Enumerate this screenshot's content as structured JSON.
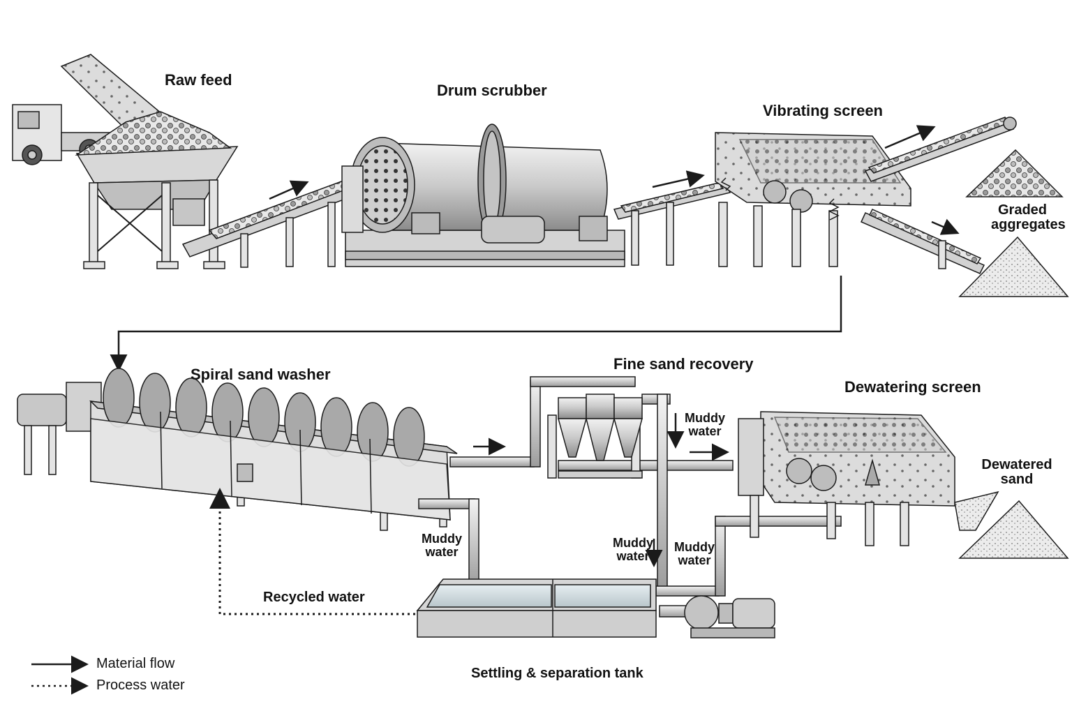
{
  "labels": {
    "raw_feed": "Raw feed",
    "drum_scrubber": "Drum scrubber",
    "vibrating_screen": "Vibrating screen",
    "graded_aggregates_1": "Graded",
    "graded_aggregates_2": "aggregates",
    "spiral_sand_washer": "Spiral sand washer",
    "fine_sand_recovery": "Fine sand recovery",
    "dewatering_screen": "Dewatering screen",
    "dewatered_sand_1": "Dewatered",
    "dewatered_sand_2": "sand",
    "muddy_water_top_1": "Muddy",
    "muddy_water_top_2": "water",
    "muddy_water_left_1": "Muddy",
    "muddy_water_left_2": "water",
    "muddy_water_mid_1": "Muddy",
    "muddy_water_mid_2": "water",
    "muddy_water_right_1": "Muddy",
    "muddy_water_right_2": "water",
    "recycled_water": "Recycled water",
    "settling_tank": "Settling & separation tank"
  },
  "legend": {
    "material_flow": "Material flow",
    "process_water": "Process water"
  },
  "colors": {
    "ink": "#1a1a1a",
    "steel_light": "#e2e2e2",
    "steel_mid": "#bdbdbd",
    "steel_dark": "#7a7a7a",
    "water": "#cfd8dc"
  }
}
